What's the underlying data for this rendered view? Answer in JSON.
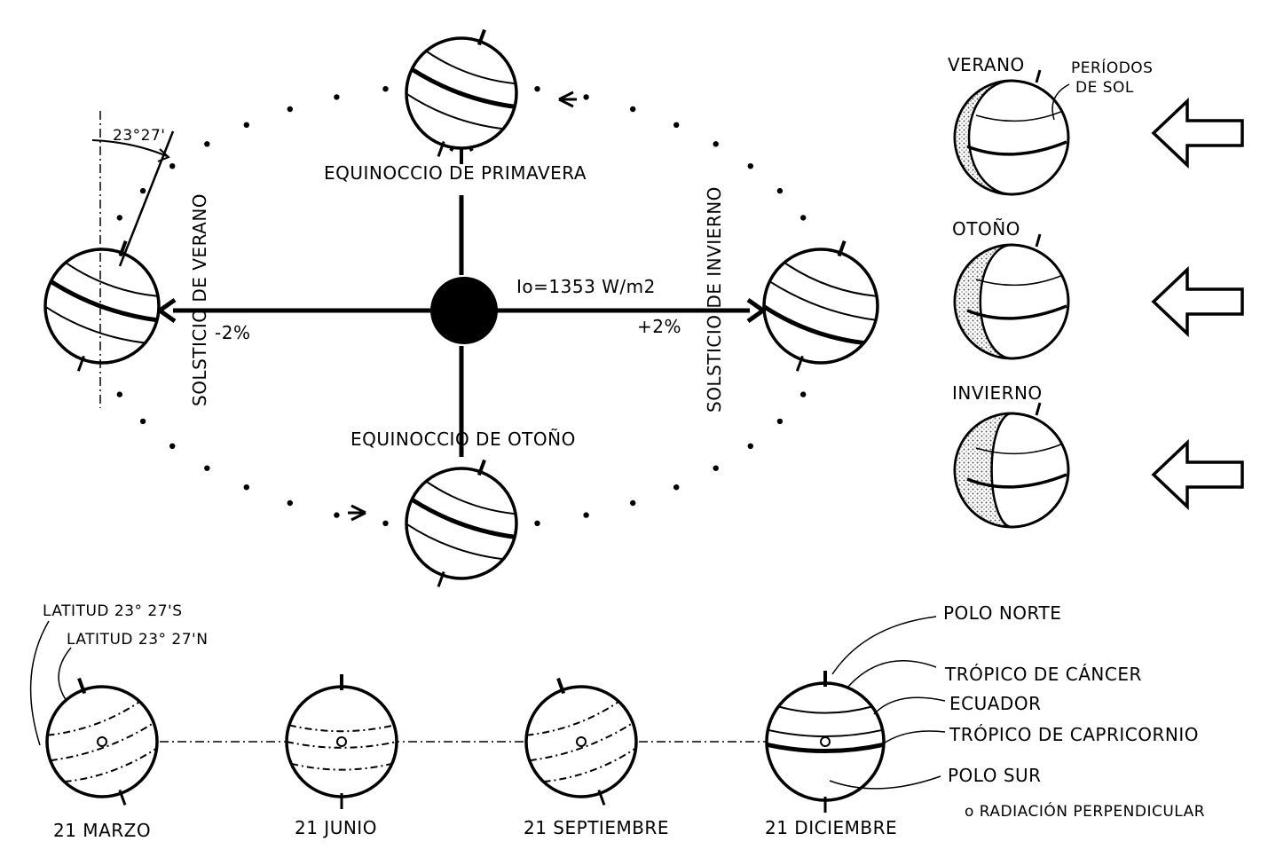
{
  "orbit": {
    "spring_equinox": "EQUINOCCIO DE PRIMAVERA",
    "autumn_equinox": "EQUINOCCIO DE OTOÑO",
    "summer_solstice": "SOLSTICIO DE VERANO",
    "winter_solstice": "SOLSTICIO DE INVIERNO",
    "tilt_angle": "23°27'",
    "irradiance": "Io=1353 W/m2",
    "minus_pct": "-2%",
    "plus_pct": "+2%"
  },
  "seasons": {
    "summer": "VERANO",
    "sun_periods_line1": "PERÍODOS",
    "sun_periods_line2": "DE SOL",
    "autumn": "OTOÑO",
    "winter": "INVIERNO"
  },
  "latitudes": {
    "south": "LATITUD 23° 27'S",
    "north": "LATITUD 23° 27'N"
  },
  "dates": {
    "march": "21 MARZO",
    "june": "21 JUNIO",
    "september": "21 SEPTIEMBRE",
    "december": "21 DICIEMBRE"
  },
  "legend": {
    "north_pole": "POLO NORTE",
    "tropic_cancer": "TRÓPICO DE CÁNCER",
    "equator": "ECUADOR",
    "tropic_capricorn": "TRÓPICO DE CAPRICORNIO",
    "south_pole": "POLO SUR",
    "perpendicular": "o RADIACIÓN PERPENDICULAR"
  },
  "colors": {
    "ink": "#000000",
    "paper": "#ffffff",
    "shade": "#9a9a9a"
  }
}
